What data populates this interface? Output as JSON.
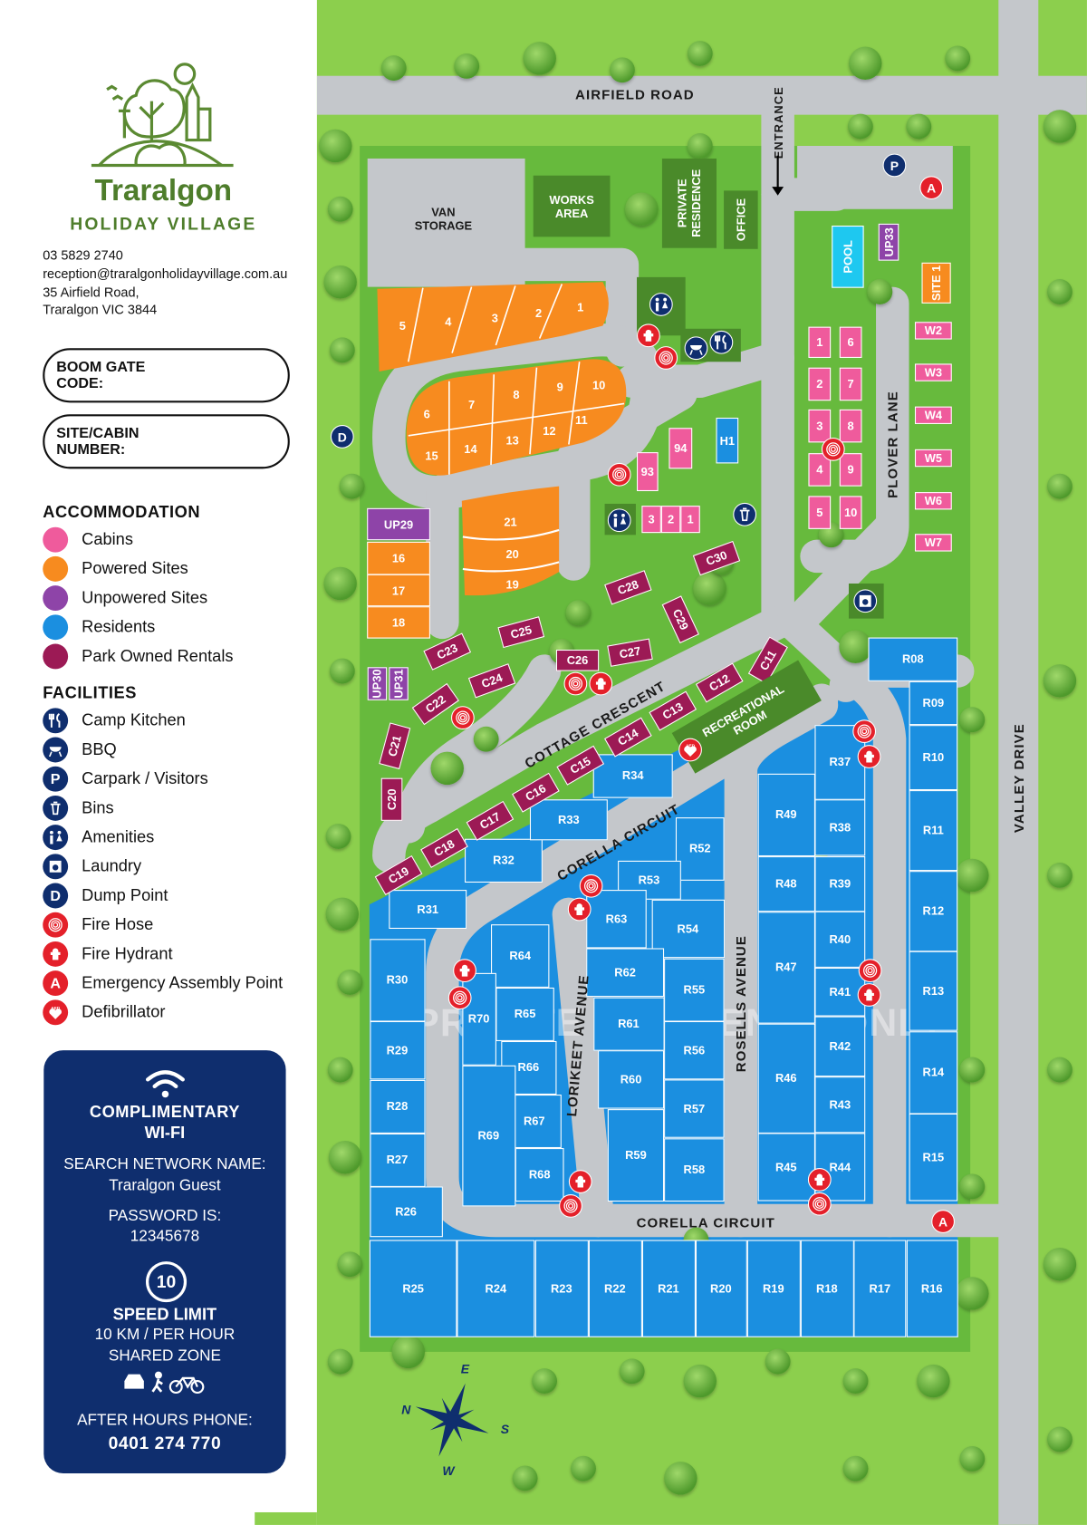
{
  "brand": {
    "name": "Traralgon",
    "subtitle": "HOLIDAY VILLAGE"
  },
  "contact": {
    "phone": "03 5829 2740",
    "email": "reception@traralgonholidayvillage.com.au",
    "address_line1": "35 Airfield Road,",
    "address_line2": "Traralgon VIC 3844"
  },
  "fields": {
    "boom_gate": "BOOM GATE\nCODE:",
    "site_cabin": "SITE/CABIN\nNUMBER:"
  },
  "legend": {
    "accommodation_title": "ACCOMMODATION",
    "accommodation": [
      {
        "label": "Cabins",
        "color": "#ef5b9c"
      },
      {
        "label": "Powered Sites",
        "color": "#f78b1f"
      },
      {
        "label": "Unpowered Sites",
        "color": "#8e44a8"
      },
      {
        "label": "Residents",
        "color": "#1b8fe0"
      },
      {
        "label": "Park Owned Rentals",
        "color": "#9c1a55"
      }
    ],
    "facilities_title": "FACILITIES",
    "facilities": [
      {
        "label": "Camp Kitchen",
        "icon": "kitchen"
      },
      {
        "label": "BBQ",
        "icon": "bbq"
      },
      {
        "label": "Carpark / Visitors",
        "icon": "parking"
      },
      {
        "label": "Bins",
        "icon": "bin"
      },
      {
        "label": "Amenities",
        "icon": "amenities"
      },
      {
        "label": "Laundry",
        "icon": "laundry"
      },
      {
        "label": "Dump Point",
        "icon": "dump"
      },
      {
        "label": "Fire Hose",
        "icon": "hose"
      },
      {
        "label": "Fire Hydrant",
        "icon": "hydrant"
      },
      {
        "label": "Emergency Assembly Point",
        "icon": "assembly"
      },
      {
        "label": "Defibrillator",
        "icon": "aed"
      }
    ]
  },
  "info": {
    "wifi_title": "COMPLIMENTARY",
    "wifi_title2": "WI-FI",
    "network_label": "SEARCH NETWORK NAME:",
    "network_name": "Traralgon Guest",
    "password_label": "PASSWORD IS:",
    "password": "12345678",
    "speed_sign": "10",
    "speed_title": "SPEED LIMIT",
    "speed_detail": "10 KM / PER HOUR",
    "zone": "SHARED ZONE",
    "after_hours_label": "AFTER HOURS PHONE:",
    "after_hours_phone": "0401 274 770"
  },
  "map": {
    "marker_letters": {
      "parking": "P",
      "dump": "D",
      "assembly": "A",
      "aed": "AED"
    },
    "roads": {
      "airfield": "AIRFIELD ROAD",
      "entrance": "ENTRANCE",
      "plover": "PLOVER LANE",
      "valley": "VALLEY DRIVE",
      "cottage": "COTTAGE CRESCENT",
      "corella_upper": "CORELLA CIRCUIT",
      "corella_lower": "CORELLA CIRCUIT",
      "lorikeet": "LORIKEET AVENUE",
      "rosells": "ROSELLS AVENUE"
    },
    "buildings": {
      "van_storage": "VAN\nSTORAGE",
      "works_area": "WORKS\nAREA",
      "private_residence": "PRIVATE\nRESIDENCE",
      "office": "OFFICE",
      "pool": "POOL",
      "h1": "H1",
      "recreational_room": "RECREATIONAL\nROOM"
    },
    "powered_sites": [
      "1",
      "2",
      "3",
      "4",
      "5",
      "6",
      "7",
      "8",
      "9",
      "10",
      "11",
      "12",
      "13",
      "14",
      "15",
      "16",
      "17",
      "18",
      "19",
      "20",
      "21",
      "SITE 1"
    ],
    "unpowered_sites": [
      "UP29",
      "UP30",
      "UP31",
      "UP33"
    ],
    "cabins": [
      "1",
      "2",
      "3",
      "4",
      "5",
      "6",
      "7",
      "8",
      "9",
      "10",
      "93",
      "94",
      "3",
      "2",
      "1",
      "W2",
      "W3",
      "W4",
      "W5",
      "W6",
      "W7"
    ],
    "rentals": [
      "C11",
      "C12",
      "C13",
      "C14",
      "C15",
      "C16",
      "C17",
      "C18",
      "C19",
      "C20",
      "C21",
      "C22",
      "C23",
      "C24",
      "C25",
      "C26",
      "C27",
      "C28",
      "C29",
      "C30"
    ],
    "residents": [
      "R08",
      "R09",
      "R10",
      "R11",
      "R12",
      "R13",
      "R14",
      "R15",
      "R16",
      "R17",
      "R18",
      "R19",
      "R20",
      "R21",
      "R22",
      "R23",
      "R24",
      "R25",
      "R26",
      "R27",
      "R28",
      "R29",
      "R30",
      "R31",
      "R32",
      "R33",
      "R34",
      "R37",
      "R38",
      "R39",
      "R40",
      "R41",
      "R42",
      "R43",
      "R44",
      "R45",
      "R46",
      "R47",
      "R48",
      "R49",
      "R52",
      "R53",
      "R54",
      "R55",
      "R56",
      "R57",
      "R58",
      "R59",
      "R60",
      "R61",
      "R62",
      "R63",
      "R64",
      "R65",
      "R66",
      "R67",
      "R68",
      "R69",
      "R70"
    ],
    "watermark": "PRIVATE RESIDENTS ONLY",
    "compass": {
      "n": "N",
      "e": "E",
      "s": "S",
      "w": "W"
    }
  }
}
